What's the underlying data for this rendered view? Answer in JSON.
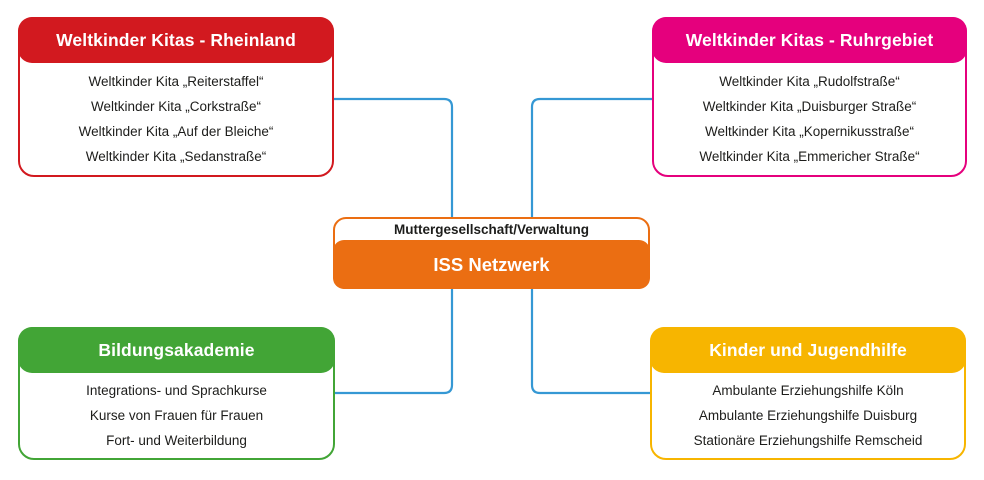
{
  "diagram": {
    "connector_color": "#3598D4",
    "text_color": "#1D1D1B",
    "center": {
      "label_top": "Muttergesellschaft/Verwaltung",
      "label_main": "ISS Netzwerk",
      "color": "#EB6E12"
    },
    "boxes": {
      "rheinland": {
        "title": "Weltkinder Kitas - Rheinland",
        "color": "#D2191F",
        "items": [
          "Weltkinder Kita „Reiterstaffel“",
          "Weltkinder Kita „Corkstraße“",
          "Weltkinder Kita „Auf der Bleiche“",
          "Weltkinder Kita „Sedanstraße“"
        ]
      },
      "ruhrgebiet": {
        "title": "Weltkinder Kitas - Ruhrgebiet",
        "color": "#E5007D",
        "items": [
          "Weltkinder Kita „Rudolfstraße“",
          "Weltkinder Kita „Duisburger Straße“",
          "Weltkinder Kita „Kopernikusstraße“",
          "Weltkinder Kita „Emmericher Straße“"
        ]
      },
      "bildungsakademie": {
        "title": "Bildungsakademie",
        "color": "#42A536",
        "items": [
          "Integrations- und Sprachkurse",
          "Kurse von Frauen für Frauen",
          "Fort- und Weiterbildung"
        ]
      },
      "jugendhilfe": {
        "title": "Kinder und Jugendhilfe",
        "color": "#F7B500",
        "items": [
          "Ambulante Erziehungshilfe Köln",
          "Ambulante Erziehungshilfe Duisburg",
          "Stationäre Erziehungshilfe Remscheid"
        ]
      }
    }
  }
}
